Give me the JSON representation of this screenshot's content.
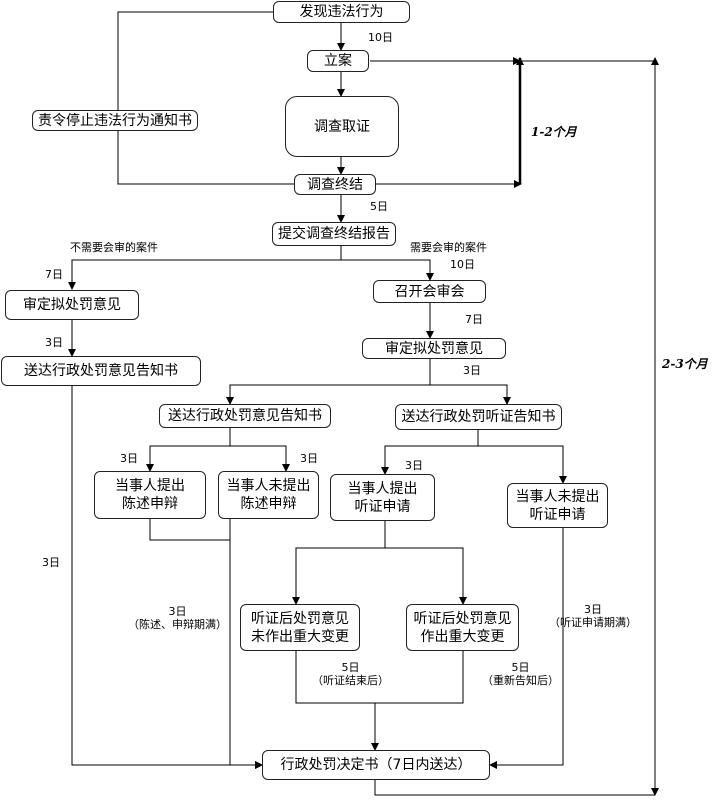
{
  "boxes": {
    "discover": "发现违法行为",
    "register": "立案",
    "investigate": "调查取证",
    "order_stop": "责令停止违法行为通知书",
    "conclude": "调查终结",
    "report": "提交调查终结报告",
    "decide_left": "审定拟处罚意见",
    "deliver_left": "送达行政处罚意见告知书",
    "meeting": "召开会审会",
    "decide_right": "审定拟处罚意见",
    "deliver_notice": "送达行政处罚意见告知书",
    "deliver_hearing": "送达行政处罚听证告知书",
    "party_defend": "当事人提出\n陈述申辩",
    "party_no_defend": "当事人未提出\n陈述申辩",
    "party_hearing": "当事人提出\n听证申请",
    "party_no_hearing": "当事人未提出\n听证申请",
    "after_no_change": "听证后处罚意见\n未作出重大变更",
    "after_change": "听证后处罚意见\n作出重大变更",
    "final": "行政处罚决定书（7日内送达）"
  },
  "labels": {
    "d10_register": "10日",
    "d5_report": "5日",
    "no_meeting_cases": "不需要会审的案件",
    "need_meeting_cases": "需要会审的案件",
    "d7_left": "7日",
    "d10_meeting": "10日",
    "d3_left": "3日",
    "d7_right": "7日",
    "d3_branch": "3日",
    "d3_defend": "3日",
    "d3_no_defend": "3日",
    "d3_hearing": "3日",
    "d3_left_long": "3日",
    "d3_defend_expire": "3日\n（陈述、申辩期满）",
    "d3_hearing_expire": "3日\n（听证申请期满）",
    "d5_hearing_end": "5日\n（听证结束后）",
    "d5_renotify": "5日\n（重新告知后）"
  },
  "durations": {
    "months_1_2": "1-2个月",
    "months_2_3": "2-3个月"
  }
}
